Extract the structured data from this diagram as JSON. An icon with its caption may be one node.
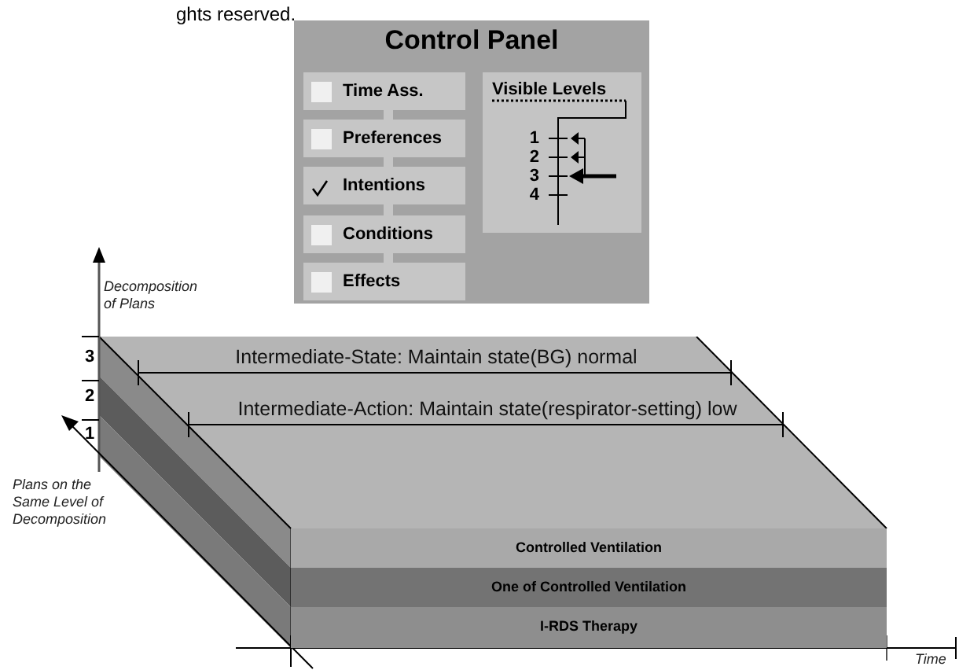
{
  "diagram": {
    "nodes": [
      {
        "text": [
          "Control Panel"
        ]
      },
      {
        "text": [
          "Time Ass."
        ],
        "in": 0
      },
      {
        "text": [
          "Preferences"
        ],
        "in": 0
      },
      {
        "text": [
          "Intentions"
        ],
        "in": 0
      },
      {
        "text": [
          "Conditions"
        ],
        "in": 0
      },
      {
        "text": [
          "Effects"
        ],
        "in": 0
      },
      {
        "text": [
          "Visible Levels"
        ],
        "in": 0
      },
      {
        "text": [
          "Controlled Ventilation"
        ]
      },
      {
        "text": [
          "One of Controlled Ventilation"
        ]
      },
      {
        "text": [
          "I-RDS Therapy"
        ]
      }
    ],
    "labels": [
      "ghts reserved.",
      "1",
      "2",
      "3",
      "4",
      "Decomposition of Plans",
      "3",
      "Intermediate-State: Maintain state(BG) normal",
      "2",
      "Intermediate-Action: Maintain state(respirator-setting) low",
      "1",
      "Plans on the Same Level of Decomposition",
      "Time"
    ]
  }
}
